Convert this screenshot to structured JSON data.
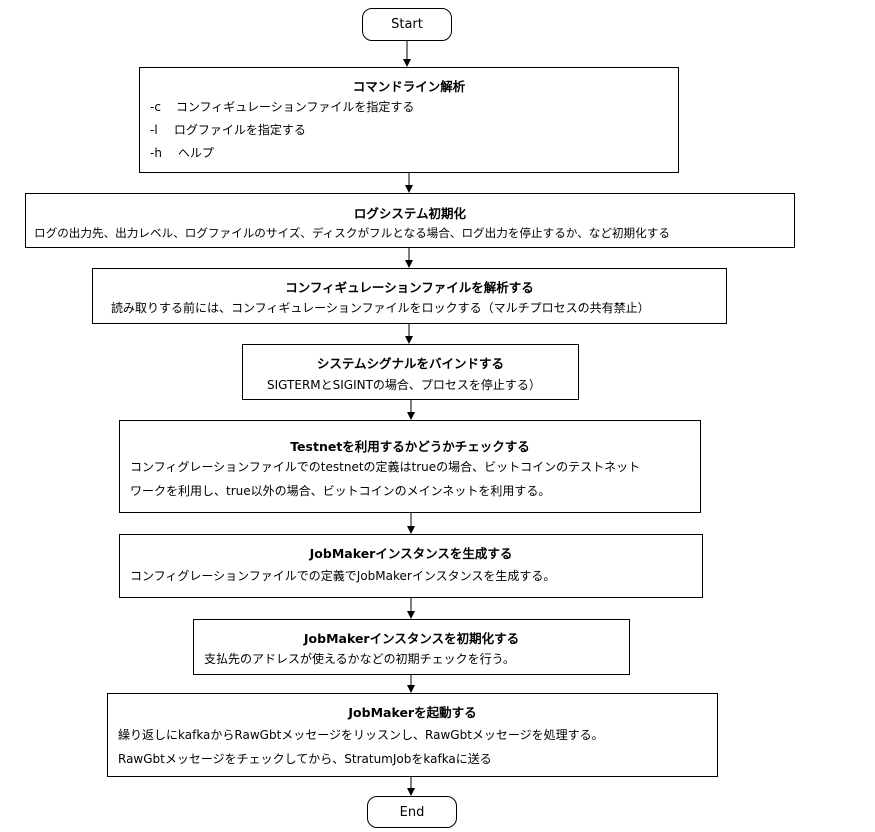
{
  "start": "Start",
  "end": "End",
  "steps": [
    {
      "title": "コマンドライン解析",
      "lines": [
        {
          "opt": "-c",
          "text": "コンフィギュレーションファイルを指定する"
        },
        {
          "opt": "-l",
          "text": "ログファイルを指定する"
        },
        {
          "opt": "-h",
          "text": "ヘルプ"
        }
      ]
    },
    {
      "title": "ログシステム初期化",
      "lines": [
        "ログの出力先、出力レベル、ログファイルのサイズ、ディスクがフルとなる場合、ログ出力を停止するか、など初期化する"
      ]
    },
    {
      "title": "コンフィギュレーションファイルを解析する",
      "lines": [
        "読み取りする前には、コンフィギュレーションファイルをロックする（マルチプロセスの共有禁止）"
      ]
    },
    {
      "title": "システムシグナルをバインドする",
      "lines": [
        "SIGTERMとSIGINTの場合、プロセスを停止する）"
      ]
    },
    {
      "title": "Testnetを利用するかどうかチェックする",
      "lines": [
        "コンフィグレーションファイルでのtestnetの定義はtrueの場合、ビットコインのテストネット",
        "ワークを利用し、true以外の場合、ビットコインのメインネットを利用する。"
      ]
    },
    {
      "title": "JobMakerインスタンスを生成する",
      "lines": [
        "コンフィグレーションファイルでの定義でJobMakerインスタンスを生成する。"
      ]
    },
    {
      "title": "JobMakerインスタンスを初期化する",
      "lines": [
        "支払先のアドレスが使えるかなどの初期チェックを行う。"
      ]
    },
    {
      "title": "JobMakerを起動する",
      "lines": [
        "繰り返しにkafkaからRawGbtメッセージをリッスンし、RawGbtメッセージを処理する。",
        "RawGbtメッセージをチェックしてから、StratumJobをkafkaに送る"
      ]
    }
  ]
}
